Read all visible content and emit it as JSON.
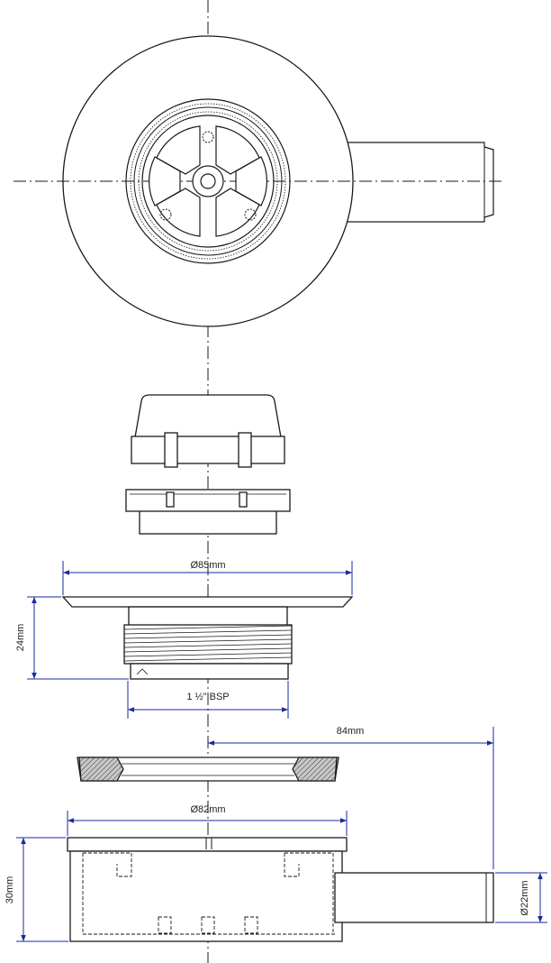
{
  "dimensions": {
    "flange_diameter": "Ø85mm",
    "height_upper": "24mm",
    "thread_size": "1 ½\" BSP",
    "outlet_offset": "84mm",
    "body_diameter": "Ø82mm",
    "body_height": "30mm",
    "outlet_diameter": "Ø22mm"
  },
  "colors": {
    "outline": "#1a1a1a",
    "dimension": "#1a2a9c",
    "text": "#222222"
  }
}
